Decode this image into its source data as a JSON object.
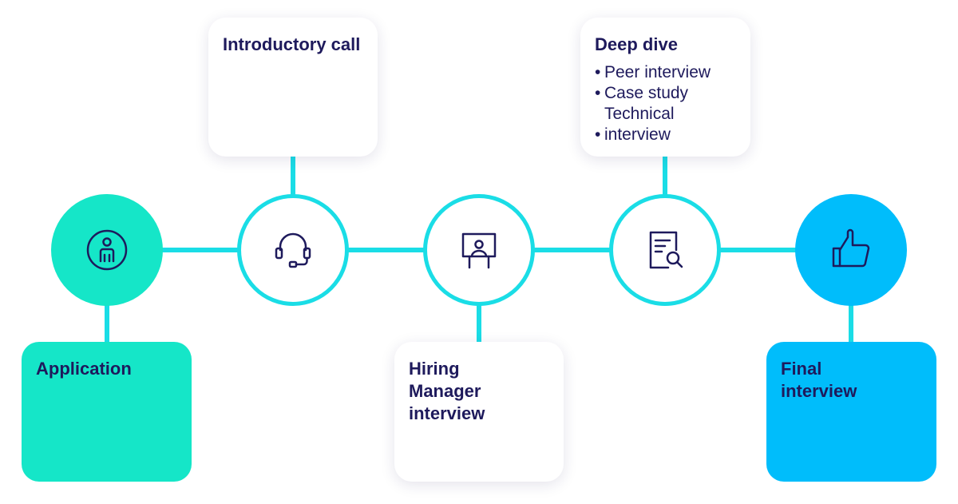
{
  "colors": {
    "teal": "#15e6c8",
    "cyan_line": "#1adde6",
    "blue": "#00bdfb",
    "navy_text": "#1e1a5c"
  },
  "steps": [
    {
      "label": "Application",
      "icon": "person-icon"
    },
    {
      "label": "Introductory call",
      "icon": "headset-icon"
    },
    {
      "label": "Hiring Manager interview",
      "icon": "presenter-icon"
    },
    {
      "label": "Deep dive",
      "icon": "document-search-icon",
      "items": [
        "Peer interview",
        "Case study",
        "Technical interview"
      ]
    },
    {
      "label": "Final interview",
      "icon": "thumbs-up-icon"
    }
  ]
}
